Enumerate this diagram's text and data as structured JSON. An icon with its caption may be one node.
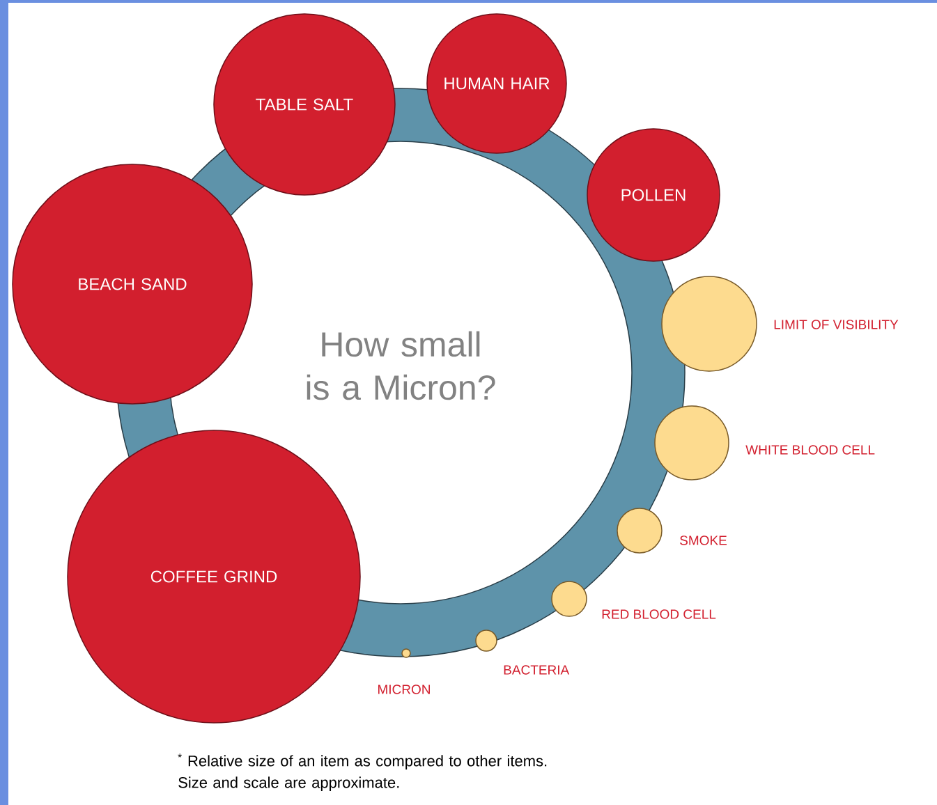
{
  "diagram": {
    "title": "How small is a Micron?",
    "caption": "$^{*}$ Relative size of an item as compared to other items. Size and scale are approximate.",
    "nodes": [
      {
        "text": [
          "TABLE SALT"
        ]
      },
      {
        "text": [
          "HUMAN HAIR"
        ]
      },
      {
        "text": [
          "POLLEN"
        ]
      },
      {
        "text": [
          "BEACH SAND"
        ]
      },
      {
        "text": [
          "COFFEE GRIND"
        ]
      },
      {
        "text": [],
        "shape": "circle",
        "beside": [
          "LIMIT OF VISIBILITY"
        ]
      },
      {
        "text": [],
        "shape": "circle",
        "beside": [
          "WHITE BLOOD CELL"
        ]
      },
      {
        "text": [],
        "shape": "circle",
        "beside": [
          "SMOKE"
        ]
      },
      {
        "text": [],
        "shape": "circle",
        "beside": [
          "RED BLOOD CELL"
        ]
      },
      {
        "text": [],
        "shape": "circle",
        "beside": [
          "BACTERIA"
        ]
      },
      {
        "text": [],
        "shape": "circle",
        "beside": [
          "MICRON"
        ]
      }
    ],
    "edges": []
  }
}
